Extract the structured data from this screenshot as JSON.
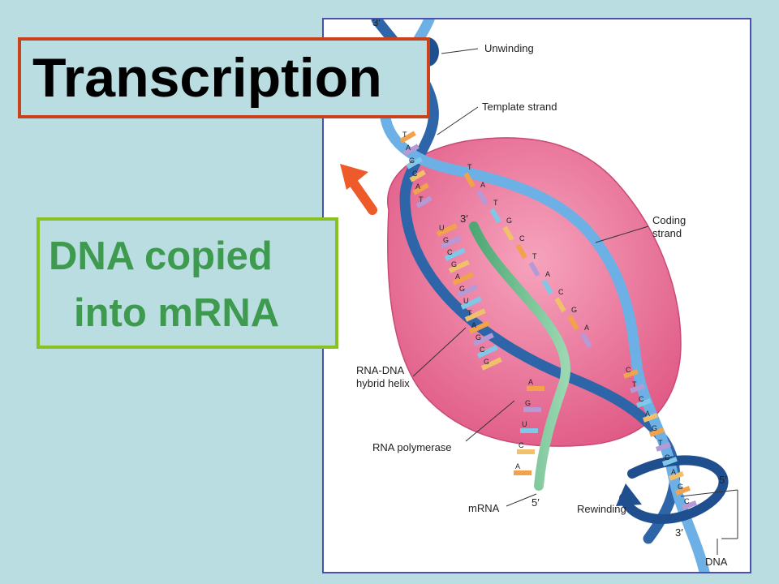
{
  "slide": {
    "title": "Transcription",
    "subtitle_line1": "DNA copied",
    "subtitle_line2": "into mRNA"
  },
  "figure": {
    "labels": {
      "unwinding": "Unwinding",
      "template_strand": "Template strand",
      "coding_strand_1": "Coding",
      "coding_strand_2": "strand",
      "hybrid_1": "RNA-DNA",
      "hybrid_2": "hybrid helix",
      "rna_polymerase": "RNA polymerase",
      "mrna": "mRNA",
      "rewinding": "Rewinding",
      "dna": "DNA",
      "three_prime_top": "3′",
      "three_prime_rna": "3′",
      "five_prime_rna": "5′",
      "five_prime_right": "5′",
      "three_prime_right": "3′"
    },
    "bases": {
      "template_upper": [
        "T",
        "A",
        "G",
        "C",
        "A",
        "T"
      ],
      "coding_middle": [
        "T",
        "A",
        "T",
        "G",
        "C",
        "T",
        "A",
        "C",
        "G",
        "A"
      ],
      "hybrid": [
        "U",
        "G",
        "C",
        "G",
        "A",
        "G",
        "U",
        "T",
        "A",
        "G",
        "C",
        "G"
      ],
      "mrna_tail": [
        "A",
        "G",
        "U",
        "C",
        "A"
      ],
      "lower_helix": [
        "C",
        "T",
        "C",
        "A",
        "G",
        "T",
        "C",
        "A",
        "G",
        "C"
      ]
    },
    "colors": {
      "strand_blue": "#5aa2dd",
      "strand_dark": "#1f4f8f",
      "polymerase_pink": "#ec6f96",
      "mrna_green": "#6cc08c",
      "arrow_red": "#ee5a2a",
      "base_orange": "#f2a24a",
      "base_purple": "#b59ad7"
    }
  }
}
